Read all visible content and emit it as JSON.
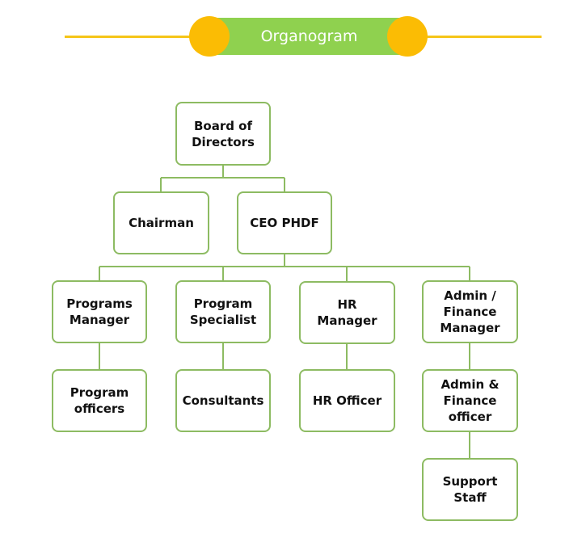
{
  "header": {
    "title": "Organogram",
    "accent_line_color": "#f5c518",
    "pill_color": "#8fd14f",
    "dot_color": "#fbbc04"
  },
  "org_chart": {
    "border_color": "#8dbb62",
    "nodes": {
      "board": "Board of\nDirectors",
      "chairman": "Chairman",
      "ceo": "CEO PHDF",
      "programs_manager": "Programs\nManager",
      "program_specialist": "Program\nSpecialist",
      "hr_manager": "HR Manager",
      "admin_finance_manager": "Admin /\nFinance\nManager",
      "program_officers": "Program\nofficers",
      "consultants": "Consultants",
      "hr_officer": "HR Officer",
      "admin_finance_officer": "Admin &\nFinance\nofficer",
      "support_staff": "Support\nStaff"
    }
  }
}
